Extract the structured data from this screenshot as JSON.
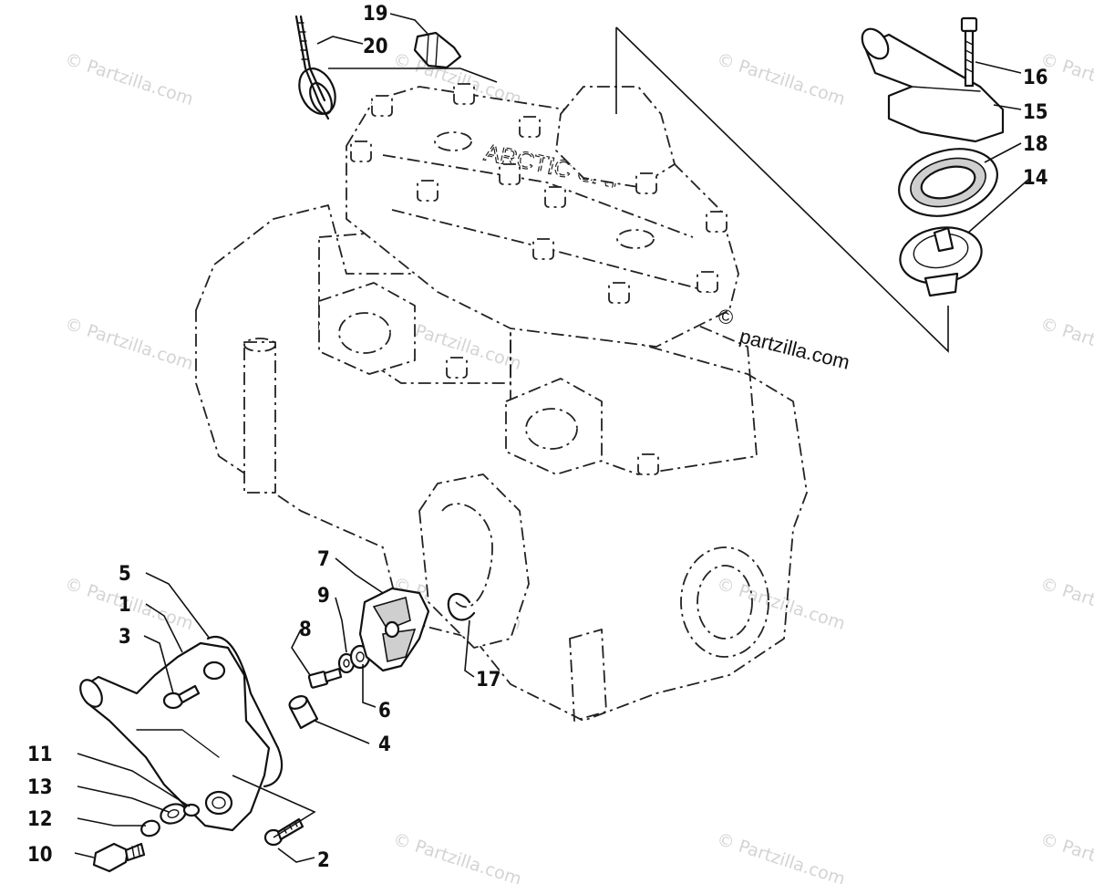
{
  "diagram": {
    "watermark_text": "© Partzilla.com",
    "site_label": "partzilla.com",
    "callouts": {
      "c1": "1",
      "c2": "2",
      "c3": "3",
      "c4": "4",
      "c5": "5",
      "c6": "6",
      "c7": "7",
      "c8": "8",
      "c9": "9",
      "c10": "10",
      "c11": "11",
      "c12": "12",
      "c13": "13",
      "c14": "14",
      "c15": "15",
      "c16": "16",
      "c17": "17",
      "c18": "18",
      "c19": "19",
      "c20": "20"
    },
    "engine_text": "ARCTIC CAT"
  }
}
